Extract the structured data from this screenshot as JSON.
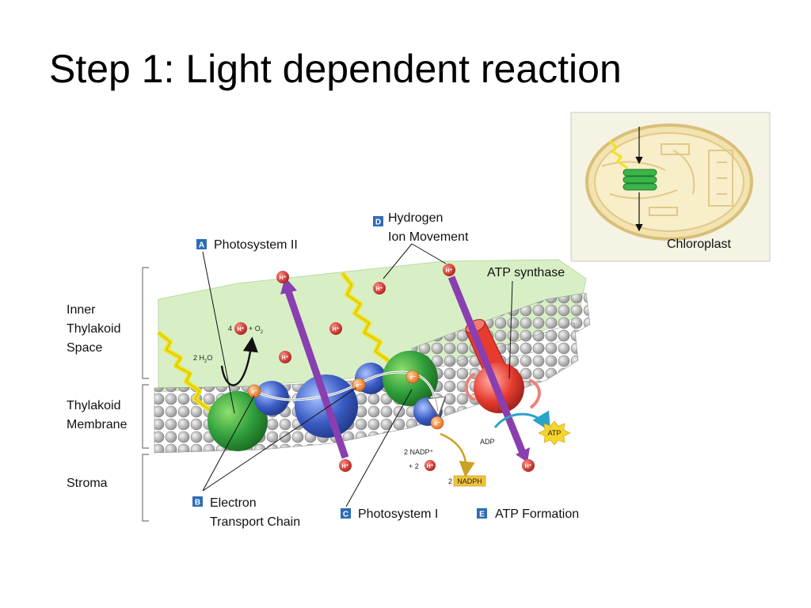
{
  "title": "Step 1: Light dependent reaction",
  "regions": {
    "inner": [
      "Inner",
      "Thylakoid",
      "Space"
    ],
    "membrane": [
      "Thylakoid",
      "Membrane"
    ],
    "stroma": "Stroma"
  },
  "labels": {
    "a_letter": "A",
    "a_text": "Photosystem II",
    "b_letter": "B",
    "b_line1": "Electron",
    "b_line2": "Transport Chain",
    "c_letter": "C",
    "c_text": "Photosystem I",
    "d_letter": "D",
    "d_line1": "Hydrogen",
    "d_line2": "Ion Movement",
    "e_letter": "E",
    "e_text": "ATP Formation",
    "atp_synthase": "ATP synthase",
    "chloroplast": "Chloroplast"
  },
  "chem": {
    "h_plus": "H⁺",
    "e_minus": "e⁻",
    "water_coef": "2 H",
    "water_sub": "2",
    "water_o": "O",
    "oxy_coef": "4",
    "oxy_plus": "+ O",
    "oxy_sub": "2",
    "nadp_line1": "2  NADP⁺",
    "nadp_line2": "+ 2",
    "nadph_coef": "2",
    "nadph": "NADPH",
    "adp": "ADP",
    "atp": "ATP"
  },
  "colors": {
    "letter_box": "#2f6db5",
    "photosystem": "#2e9d3a",
    "cytochrome": "#3b5cc4",
    "atp_synthase": "#e63b2e",
    "proton_arrow": "#8a3fb0",
    "light": "#f1e21d",
    "lumen": "#d8efc6"
  }
}
